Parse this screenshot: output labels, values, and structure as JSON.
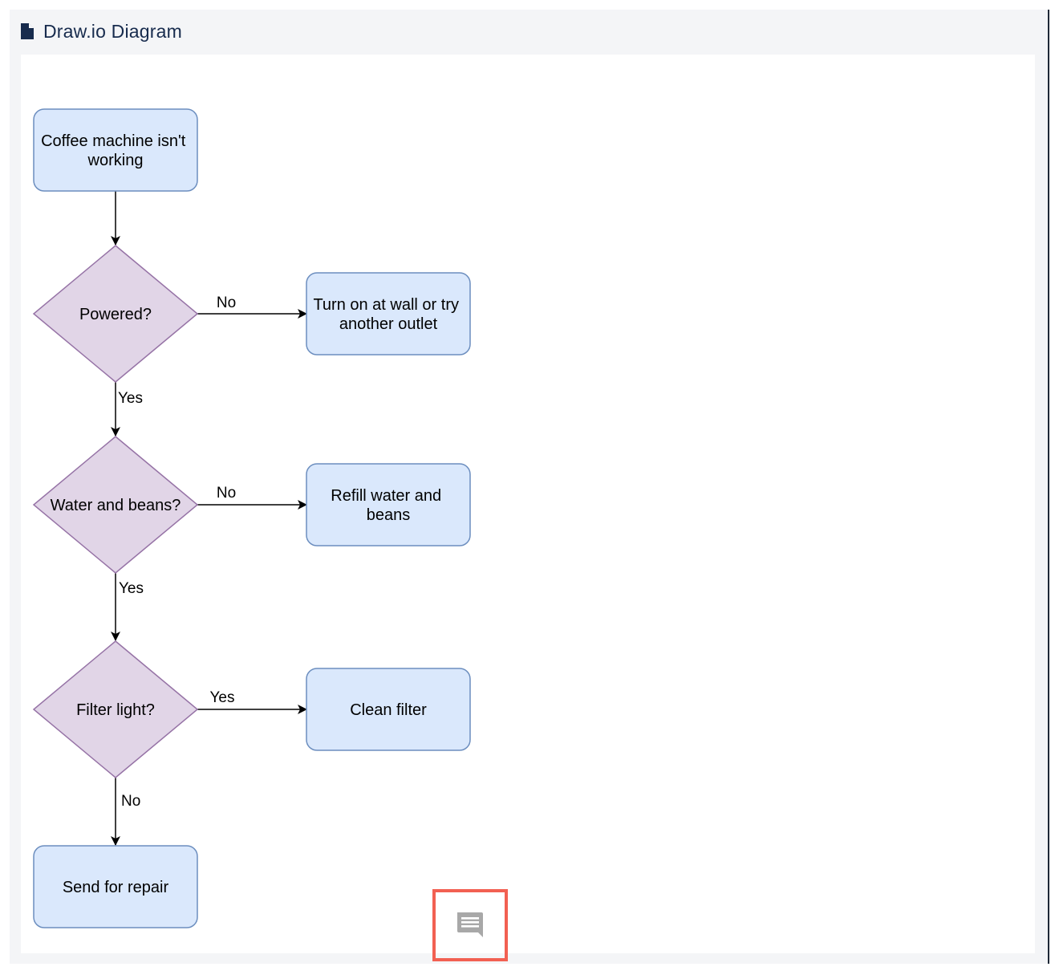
{
  "header": {
    "title": "Draw.io Diagram",
    "icon": "document-icon"
  },
  "diagram": {
    "nodes": {
      "start": [
        "Coffee machine isn't",
        "working"
      ],
      "powered": [
        "Powered?"
      ],
      "turn_on": [
        "Turn on at wall or try",
        "another outlet"
      ],
      "water": [
        "Water and beans?"
      ],
      "refill": [
        "Refill water and",
        "beans"
      ],
      "filter": [
        "Filter light?"
      ],
      "clean": [
        "Clean filter"
      ],
      "repair": [
        "Send for repair"
      ]
    },
    "edges": {
      "powered_no": "No",
      "powered_yes": "Yes",
      "water_no": "No",
      "water_yes": "Yes",
      "filter_yes": "Yes",
      "filter_no": "No"
    },
    "colors": {
      "process_fill": "#dae8fc",
      "process_stroke": "#6c8ebf",
      "decision_fill": "#e1d5e7",
      "decision_stroke": "#9673a6",
      "highlight": "#f26052"
    }
  },
  "comment_button": {
    "icon": "comment-icon"
  }
}
